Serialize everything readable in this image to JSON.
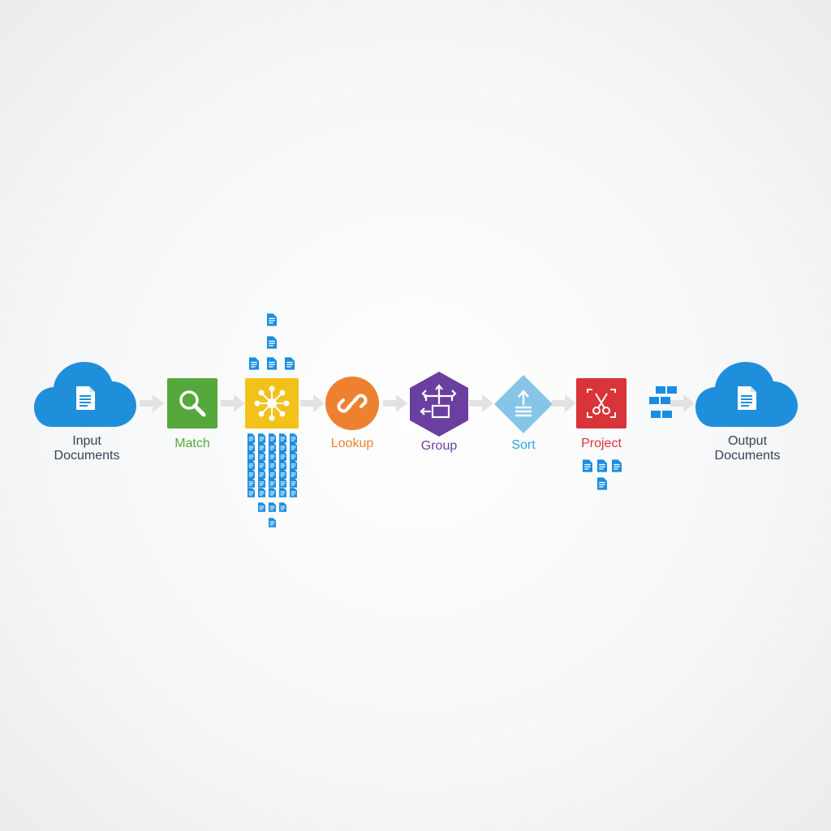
{
  "stages": {
    "input": {
      "label_line1": "Input",
      "label_line2": "Documents"
    },
    "match": {
      "label": "Match"
    },
    "lookup": {
      "label": "Lookup"
    },
    "group": {
      "label": "Group"
    },
    "sort": {
      "label": "Sort"
    },
    "project": {
      "label": "Project"
    },
    "output": {
      "label_line1": "Output",
      "label_line2": "Documents"
    }
  },
  "icons": {
    "input": "document-icon",
    "match": "magnifier-icon",
    "unwind": "hub-spokes-icon",
    "lookup": "link-icon",
    "group": "group-arrows-icon",
    "sort": "sort-up-icon",
    "project": "scissors-icon",
    "output": "document-icon"
  },
  "colors": {
    "cloud": "#1f8fdb",
    "match": "#54a83c",
    "unwind": "#f2c21b",
    "lookup": "#ee8130",
    "group": "#6a3fa0",
    "sort": "#86c5e8",
    "project": "#d9343a",
    "doc": "#1a8de0",
    "arrow": "#e2e2e2",
    "label_dark": "#334455"
  }
}
